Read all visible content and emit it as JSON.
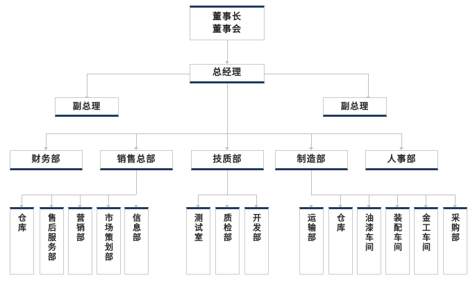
{
  "colors": {
    "accent": "#1f3a5f",
    "box_border": "#c9c9c9",
    "connector": "#bfbfbf",
    "text": "#262626",
    "background": "#ffffff"
  },
  "chart_data": {
    "type": "diagram",
    "diagram_type": "organizational-chart",
    "orientation": "top-down",
    "levels": 4,
    "title": "",
    "nodes": [
      {
        "id": "board",
        "label": "董事长\n董事会",
        "level": 0
      },
      {
        "id": "gm",
        "label": "总经理",
        "level": 1
      },
      {
        "id": "vgm_l",
        "label": "副总理",
        "level": 2
      },
      {
        "id": "vgm_r",
        "label": "副总理",
        "level": 2
      },
      {
        "id": "finance",
        "label": "财务部",
        "level": 3
      },
      {
        "id": "sales",
        "label": "销售总部",
        "level": 3
      },
      {
        "id": "tech",
        "label": "技质部",
        "level": 3
      },
      {
        "id": "mfg",
        "label": "制造部",
        "level": 3
      },
      {
        "id": "hr",
        "label": "人事部",
        "level": 3
      },
      {
        "id": "wh1",
        "label": "仓库",
        "level": 4
      },
      {
        "id": "aftersale",
        "label": "售后服务部",
        "level": 4
      },
      {
        "id": "mktops",
        "label": "营销部",
        "level": 4
      },
      {
        "id": "mktplan",
        "label": "市场策划部",
        "level": 4
      },
      {
        "id": "info",
        "label": "信息部",
        "level": 4
      },
      {
        "id": "testlab",
        "label": "测试室",
        "level": 4
      },
      {
        "id": "qc",
        "label": "质检部",
        "level": 4
      },
      {
        "id": "rnd",
        "label": "开发部",
        "level": 4
      },
      {
        "id": "transport",
        "label": "运输部",
        "level": 4
      },
      {
        "id": "wh2",
        "label": "仓库",
        "level": 4
      },
      {
        "id": "paint",
        "label": "油漆车间",
        "level": 4
      },
      {
        "id": "assembly",
        "label": "装配车间",
        "level": 4
      },
      {
        "id": "metal",
        "label": "金工车间",
        "level": 4
      },
      {
        "id": "purchase",
        "label": "采购部",
        "level": 4
      }
    ],
    "edges": [
      {
        "from": "board",
        "to": "gm"
      },
      {
        "from": "gm",
        "to": "vgm_l"
      },
      {
        "from": "gm",
        "to": "vgm_r"
      },
      {
        "from": "gm",
        "to": "finance"
      },
      {
        "from": "gm",
        "to": "sales"
      },
      {
        "from": "gm",
        "to": "tech"
      },
      {
        "from": "gm",
        "to": "mfg"
      },
      {
        "from": "gm",
        "to": "hr"
      },
      {
        "from": "sales",
        "to": "wh1"
      },
      {
        "from": "sales",
        "to": "aftersale"
      },
      {
        "from": "sales",
        "to": "mktops"
      },
      {
        "from": "sales",
        "to": "mktplan"
      },
      {
        "from": "sales",
        "to": "info"
      },
      {
        "from": "tech",
        "to": "testlab"
      },
      {
        "from": "tech",
        "to": "qc"
      },
      {
        "from": "tech",
        "to": "rnd"
      },
      {
        "from": "mfg",
        "to": "transport"
      },
      {
        "from": "mfg",
        "to": "wh2"
      },
      {
        "from": "mfg",
        "to": "paint"
      },
      {
        "from": "mfg",
        "to": "assembly"
      },
      {
        "from": "mfg",
        "to": "metal"
      },
      {
        "from": "mfg",
        "to": "purchase"
      }
    ]
  },
  "board": {
    "line1": "董事长",
    "line2": "董事会"
  },
  "general_manager": {
    "label": "总经理"
  },
  "vice_managers": {
    "left": "副总理",
    "right": "副总理"
  },
  "departments": [
    {
      "label": "财务部"
    },
    {
      "label": "销售总部"
    },
    {
      "label": "技质部"
    },
    {
      "label": "制造部"
    },
    {
      "label": "人事部"
    }
  ],
  "sales_units": [
    {
      "label": "仓库"
    },
    {
      "label": "售后服务部"
    },
    {
      "label": "营销部"
    },
    {
      "label": "市场策划部"
    },
    {
      "label": "信息部"
    }
  ],
  "tech_units": [
    {
      "label": "测试室"
    },
    {
      "label": "质检部"
    },
    {
      "label": "开发部"
    }
  ],
  "mfg_units": [
    {
      "label": "运输部"
    },
    {
      "label": "仓库"
    },
    {
      "label": "油漆车间"
    },
    {
      "label": "装配车间"
    },
    {
      "label": "金工车间"
    },
    {
      "label": "采购部"
    }
  ]
}
